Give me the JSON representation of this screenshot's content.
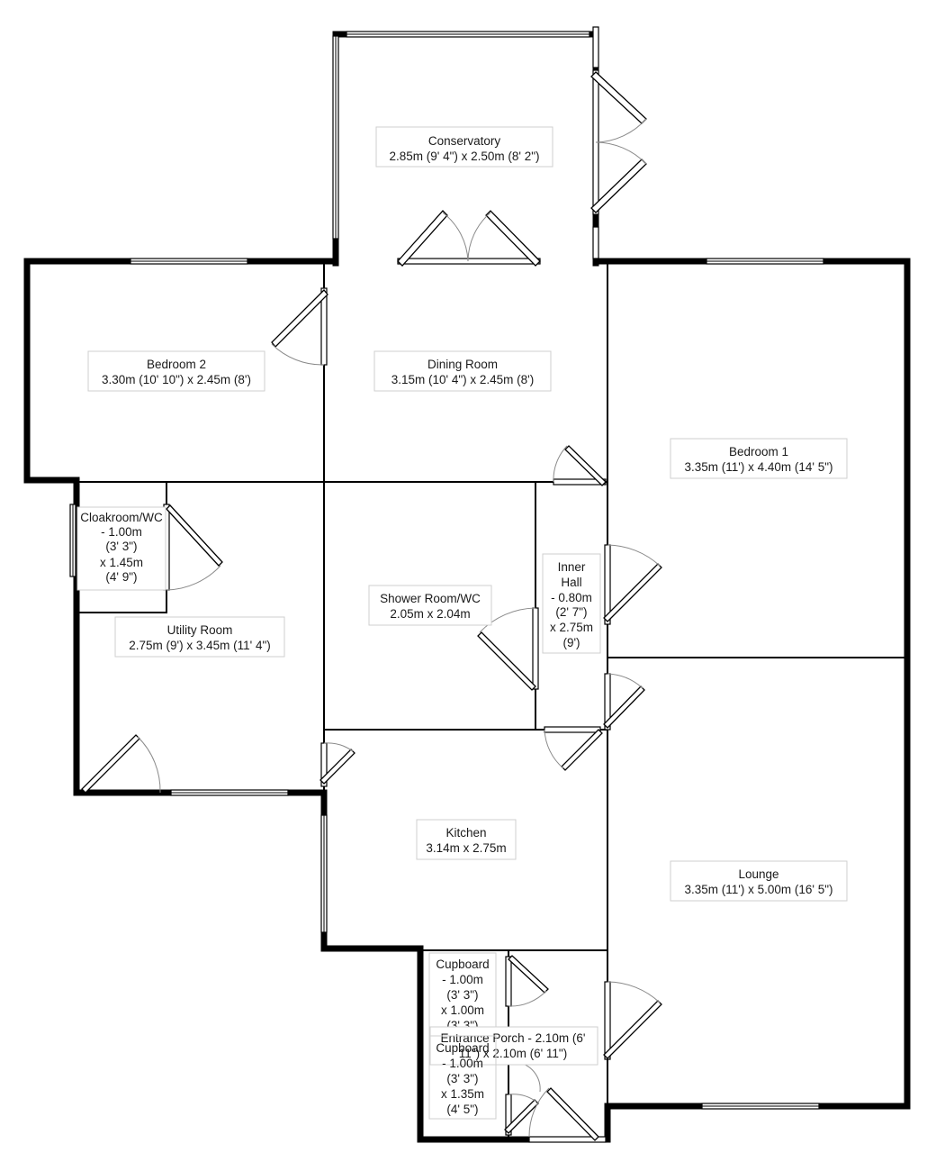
{
  "rooms": {
    "conservatory": [
      "Conservatory",
      "2.85m (9' 4\") x 2.50m (8' 2\")"
    ],
    "bedroom2": [
      "Bedroom 2",
      "3.30m (10' 10\") x 2.45m (8')"
    ],
    "dining": [
      "Dining Room",
      "3.15m (10' 4\") x 2.45m (8')"
    ],
    "bedroom1": [
      "Bedroom 1",
      "3.35m (11') x 4.40m (14' 5\")"
    ],
    "cloakroom": [
      "Cloakroom/WC",
      "- 1.00m",
      "(3' 3\")",
      "x 1.45m",
      "(4' 9\")"
    ],
    "utility": [
      "Utility Room",
      "2.75m (9') x 3.45m (11' 4\")"
    ],
    "shower": [
      "Shower Room/WC",
      "2.05m x 2.04m"
    ],
    "inner_hall": [
      "Inner",
      "Hall",
      "- 0.80m",
      "(2' 7\")",
      "x 2.75m",
      "(9')"
    ],
    "kitchen": [
      "Kitchen",
      "3.14m x 2.75m"
    ],
    "lounge": [
      "Lounge",
      "3.35m (11') x 5.00m (16' 5\")"
    ],
    "cupboard1": [
      "Cupboard",
      "- 1.00m",
      "(3' 3\")",
      "x 1.00m",
      "(3' 3\")"
    ],
    "porch": [
      "Entrance Porch - 2.10m (6'",
      "11\") x 2.10m (6' 11\")"
    ],
    "cupboard2": [
      "Cupboard",
      "- 1.00m",
      "(3' 3\")",
      "x 1.35m",
      "(4' 5\")"
    ]
  }
}
